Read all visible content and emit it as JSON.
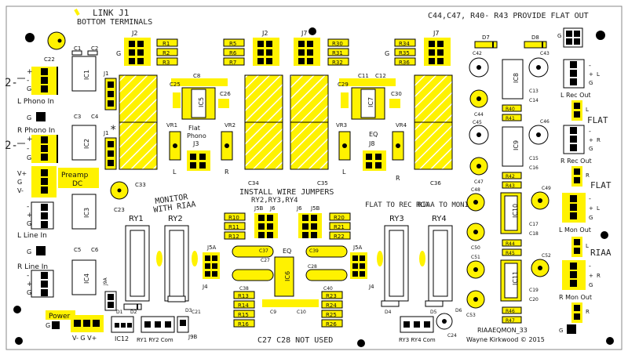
{
  "board": {
    "name": "RIAAEQMON_33",
    "credit": "Wayne Kirkwood © 2015"
  },
  "annotations": {
    "link_j1": "LINK J1",
    "bottom_terminals": "BOTTOM TERMINALS",
    "c44_note": "C44,C47, R40- R43 PROVIDE FLAT OUT",
    "monitor_with_riaa_1": "MONITOR",
    "monitor_with_riaa_2": "WITH RIAA",
    "install_jumpers_1": "INSTALL WIRE JUMPERS",
    "install_jumpers_2": "RY2,RY3,RY4",
    "flat_to_rec": "FLAT TO REC RCA",
    "riaa_to_monitor": "RIAA TO MONITOR",
    "c27_c28": "C27 C28 NOT USED",
    "flat_a": "FLAT",
    "flat_b": "FLAT",
    "riaa": "RIAA",
    "star_1": "2-",
    "star_2": "2-"
  },
  "left_labels": {
    "l_phono_in": "L Phono In",
    "r_phono_in": "R Phono In",
    "preamp": "Preamp",
    "dc": "DC",
    "l_line_in": "L Line In",
    "r_line_in": "R Line In",
    "power": "Power",
    "power_pins": "V- G V+",
    "vplus": "V+",
    "vminus": "V-",
    "g": "G",
    "plus": "+",
    "minus": "-"
  },
  "right_labels": {
    "l_rec_out": "L Rec Out",
    "r_rec_out": "R Rec Out",
    "l_mon_out": "L Mon Out",
    "r_mon_out": "R Mon Out",
    "l": "L",
    "r": "R"
  },
  "center_labels": {
    "flat_phono_1": "Flat",
    "flat_phono_2": "Phono",
    "eq": "EQ",
    "eq2": "EQ",
    "l": "L",
    "r": "R",
    "l2": "L",
    "r2": "R",
    "ry1_ry2_com": "RY1 RY2 Com",
    "ry3_ry4_com": "RY3 RY4 Com"
  },
  "refdes": {
    "j1": "J1",
    "j2a": "J2",
    "j2b": "J2",
    "j7a": "J7",
    "j7b": "J7",
    "j3": "J3",
    "j8": "J8",
    "j4a": "J4",
    "j4b": "J4",
    "j5a_l": "J5A",
    "j5b_l": "J5B",
    "j6_l": "J6",
    "j6_r": "J6",
    "j5b_r": "J5B",
    "j5a_r": "J5A",
    "j9a": "J9A",
    "j9b": "J9B",
    "ic1": "IC1",
    "ic2": "IC2",
    "ic3": "IC3",
    "ic4": "IC4",
    "ic5": "IC5",
    "ic6": "IC6",
    "ic7": "IC7",
    "ic8": "IC8",
    "ic9": "IC9",
    "ic10": "IC10",
    "ic11": "IC11",
    "ic12": "IC12",
    "ry1": "RY1",
    "ry2": "RY2",
    "ry3": "RY3",
    "ry4": "RY4",
    "c1": "C1",
    "c2": "C2",
    "c3": "C3",
    "c4": "C4",
    "c5": "C5",
    "c6": "C6",
    "c8": "C8",
    "c11": "C11",
    "c12": "C12",
    "c22": "C22",
    "c23": "C23",
    "c24": "C24",
    "c25": "C25",
    "c26": "C26",
    "c29": "C29",
    "c30": "C30",
    "c33": "C33",
    "c34": "C34",
    "c35": "C35",
    "c36": "C36",
    "c37": "C37",
    "c38": "C38",
    "c39": "C39",
    "c40": "C40",
    "c27": "C27",
    "c28": "C28",
    "c9": "C9",
    "c10": "C10",
    "c42": "C42",
    "c43": "C43",
    "c44": "C44",
    "c45": "C45",
    "c46": "C46",
    "c47": "C47",
    "c48": "C48",
    "c49": "C49",
    "c50": "C50",
    "c51": "C51",
    "c52": "C52",
    "c53": "C53",
    "c13": "C13",
    "c14": "C14",
    "c15": "C15",
    "c16": "C16",
    "c17": "C17",
    "c18": "C18",
    "c19": "C19",
    "c20": "C20",
    "c21": "C21",
    "vr1": "VR1",
    "vr2": "VR2",
    "vr3": "VR3",
    "vr4": "VR4",
    "d1": "D1",
    "d2": "D2",
    "d3": "D3",
    "d4": "D4",
    "d5": "D5",
    "d6": "D6",
    "d7": "D7",
    "d8": "D8",
    "r1": "R1",
    "r2": "R2",
    "r3": "R3",
    "r5": "R5",
    "r6": "R6",
    "r7": "R7",
    "r30": "R30",
    "r31": "R31",
    "r32": "R32",
    "r34": "R34",
    "r35": "R35",
    "r36": "R36",
    "r10": "R10",
    "r11": "R11",
    "r12": "R12",
    "r13": "R13",
    "r14": "R14",
    "r15": "R15",
    "r16": "R16",
    "r20": "R20",
    "r21": "R21",
    "r22": "R22",
    "r23": "R23",
    "r24": "R24",
    "r25": "R25",
    "r26": "R26",
    "r40": "R40",
    "r41": "R41",
    "r42": "R42",
    "r43": "R43",
    "r44": "R44",
    "r45": "R45",
    "r46": "R46",
    "r47": "R47"
  },
  "colors": {
    "highlight": "#FFF200",
    "ink": "#111111",
    "handwriting": "#333333",
    "pad": "#000000"
  }
}
